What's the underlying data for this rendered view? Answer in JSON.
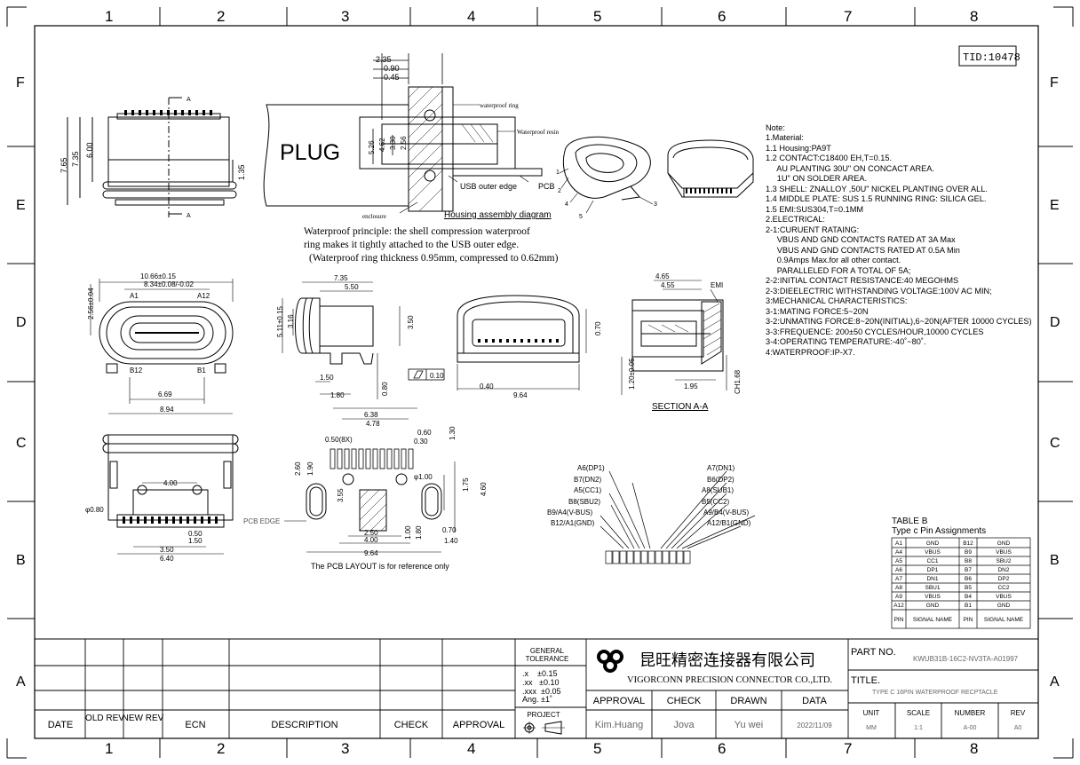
{
  "frame": {
    "col_labels": [
      "1",
      "2",
      "3",
      "4",
      "5",
      "6",
      "7",
      "8"
    ],
    "row_labels": [
      "F",
      "E",
      "D",
      "C",
      "B",
      "A"
    ],
    "tid": "TID:10478"
  },
  "top_views": {
    "dim_765": "7.65",
    "dim_735": "7.35",
    "dim_600": "6.00",
    "dim_135": "1.35",
    "section_mark": "A",
    "dims_stack": [
      "2.35",
      "0.90",
      "0.45"
    ],
    "plug": "PLUG",
    "vert_dims": [
      "5.26",
      "4.62",
      "3.30",
      "2.56"
    ],
    "waterproof_ring": "waterproof ring",
    "waterproof_resin": "Waterproof resin",
    "usb_outer_edge": "USB outer edge",
    "pcb": "PCB",
    "enclosure": "enclosure",
    "housing_diagram": "Housing assembly diagram",
    "principle_lines": [
      "Waterproof principle: the shell compression waterproof",
      "ring makes it tightly attached to the USB outer edge.",
      "(Waterproof ring thickness 0.95mm, compressed to 0.62mm)"
    ],
    "iso_callouts": [
      "1",
      "2",
      "3",
      "4",
      "5"
    ]
  },
  "front_view": {
    "w_1066": "10.66±0.15",
    "w_834": "8.34±0.08/-0.02",
    "h_256": "2.56±0.04",
    "a1": "A1",
    "a12": "A12",
    "b12": "B12",
    "b1": "B1",
    "w_669": "6.69"
  },
  "side_view": {
    "d_735": "7.35",
    "d_550": "5.50",
    "d_511": "5.11±0.15",
    "d_316": "3.16",
    "d_350": "3.50",
    "d_150": "1.50",
    "d_180": "1.80",
    "d_080": "0.80",
    "flat_box": "0.10"
  },
  "mid_view": {
    "d_070": "0.70",
    "d_040": "0.40",
    "d_964": "9.64"
  },
  "section": {
    "d_465": "4.65",
    "d_455": "4.55",
    "emi": "EMI",
    "d_120": "1.20±0.05",
    "d_195": "1.95",
    "ch": "CH1.68",
    "title": "SECTION A-A"
  },
  "bottom_view": {
    "d_894": "8.94",
    "d_400": "4.00",
    "d_080": "φ0.80",
    "d_050": "0.50",
    "d_150": "1.50",
    "d_350": "3.50",
    "d_640": "6.40"
  },
  "pcb_layout": {
    "d_638": "6.38",
    "d_478": "4.78",
    "d_050x": "0.50(8X)",
    "d_060": "0.60",
    "d_030": "0.30",
    "d_130": "1.30",
    "d_260": "2.60",
    "d_190": "1.90",
    "d_100": "φ1.00",
    "d_175": "1.75",
    "d_460": "4.60",
    "d_355": "3.55",
    "pcb_edge": "PCB EDGE",
    "d_250": "2.50",
    "d_400": "4.00",
    "d_964": "9.64",
    "d_100b": "1.00",
    "d_180": "1.80",
    "d_070": "0.70",
    "d_140": "1.40",
    "note": "The PCB LAYOUT is for reference only"
  },
  "pinout": {
    "left": [
      "A6(DP1)",
      "B7(DN2)",
      "A5(CC1)",
      "B8(SBU2)",
      "B9/A4(V-BUS)",
      "B12/A1(GND)"
    ],
    "right": [
      "A7(DN1)",
      "B6(DP2)",
      "A8(SUB1)",
      "B5(CC2)",
      "A9/B4(V-BUS)",
      "A12/B1(GND)"
    ]
  },
  "notes": [
    "Note:",
    "1.Material:",
    "1.1  Housing:PA9T",
    "1.2  CONTACT:C18400  EH,T=0.15.",
    "     AU PLANTING 30U\" ON CONCACT AREA.",
    "     1U\" ON SOLDER AREA.",
    "1.3  SHELL: ZNALLOY ,50U\" NICKEL PLANTING OVER ALL.",
    "1.4  MIDDLE PLATE: SUS   1.5 RUNNING RING: SILICA GEL.",
    "1.5  EMI:SUS304,T=0.1MM",
    "2.ELECTRICAL:",
    "2-1:CURUENT RATAING:",
    "     VBUS AND GND CONTACTS RATED AT 3A Max",
    "     VBUS AND GND CONTACTS RATED AT 0.5A Min",
    "     0.9Amps Max.for all other contact.",
    "     PARALLELED FOR A TOTAL OF 5A;",
    "2-2:INITIAL CONTACT RESISTANCE:40 MEGOHMS",
    "2-3:DIEELECTRIC WITHSTANDING VOLTAGE:100V AC MIN;",
    "3:MECHANICAL CHARACTERISTICS:",
    "3-1:MATING FORCE:5~20N",
    "3-2:UNMATING FORCE:8~20N(INITIAL),6~20N(AFTER 10000 CYCLES)",
    "3-3:FREQUENCE: 200±50 CYCLES/HOUR,10000 CYCLES",
    "3-4:OPERATING TEMPERATURE:-40˚~80˚.",
    "4:WATERPROOF:IP-X7."
  ],
  "table_b": {
    "title": "TABLE B",
    "subtitle": "Type c Pin Assignments",
    "rows": [
      [
        "A1",
        "GND",
        "B12",
        "GND"
      ],
      [
        "A4",
        "VBUS",
        "B9",
        "VBUS"
      ],
      [
        "A5",
        "CC1",
        "B8",
        "SBU2"
      ],
      [
        "A6",
        "DP1",
        "B7",
        "DN2"
      ],
      [
        "A7",
        "DN1",
        "B6",
        "DP2"
      ],
      [
        "A8",
        "SBU1",
        "B5",
        "CC2"
      ],
      [
        "A9",
        "VBUS",
        "B4",
        "VBUS"
      ],
      [
        "A12",
        "GND",
        "B1",
        "GND"
      ],
      [
        "PIN",
        "SIGNAL NAME",
        "PIN",
        "SIGNAL NAME"
      ]
    ]
  },
  "title_block": {
    "rev_headers": [
      "DATE",
      "OLD REV",
      "NEW REV",
      "ECN",
      "DESCRIPTION",
      "CHECK",
      "APPROVAL"
    ],
    "general": "GENERAL",
    "tolerance": "TOLERANCE",
    "tol_lines": [
      ".x    ±0.15",
      ".xx   ±0.10",
      ".xxx  ±0.05",
      "Ang. ±1˚"
    ],
    "project": "PROJECT",
    "company_cn": "昆旺精密连接器有限公司",
    "company_en": "VIGORCONN PRECISION CONNECTOR CO.,LTD.",
    "sign_headers": [
      "APPROVAL",
      "CHECK",
      "DRAWN",
      "DATA"
    ],
    "sign_values": [
      "Kim.Huang",
      "Jova",
      "Yu wei",
      "2022/11/09"
    ],
    "part_no_label": "PART NO.",
    "part_no": "KWUB31B-16C2-NV3TA-A01997",
    "title_label": "TITLE.",
    "title": "TYPE C 16PIN WATERPROOF RECPTACLE",
    "unit_headers": [
      "UNIT",
      "SCALE",
      "NUMBER",
      "REV"
    ],
    "unit_values": [
      "MM",
      "1:1",
      "A-00",
      "A0"
    ]
  }
}
